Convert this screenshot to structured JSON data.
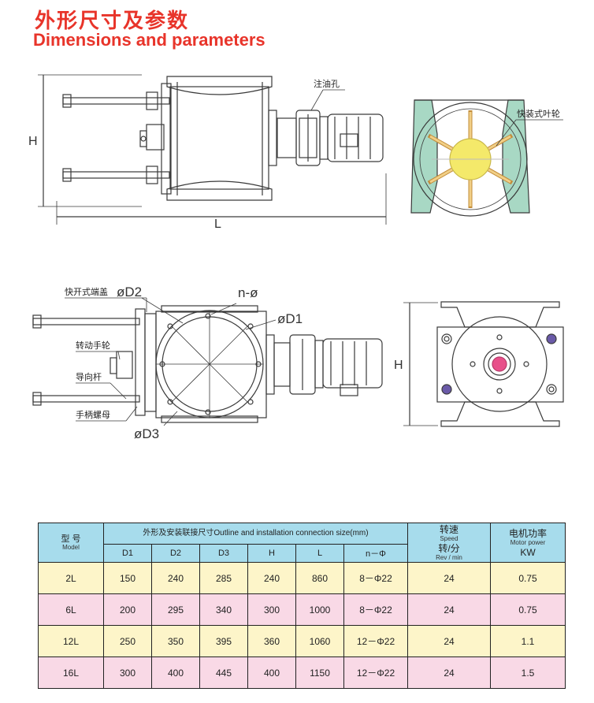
{
  "header": {
    "title_cn": "外形尺寸及参数",
    "title_en": "Dimensions and parameters"
  },
  "drawing": {
    "top_view": {
      "dim_h": "H",
      "dim_l": "L",
      "callout_oil_hole": "注油孔"
    },
    "side_view": {
      "callout_impeller": "快装式叶轮"
    },
    "front_view": {
      "callout_quick_cover": "快开式端盖",
      "callout_d2": "øD2",
      "callout_n": "n-ø",
      "callout_d1": "øD1",
      "callout_handwheel": "转动手轮",
      "callout_guide_rod": "导向杆",
      "callout_handle_nut": "手柄螺母",
      "callout_d3": "øD3"
    },
    "end_view": {
      "dim_h": "H"
    },
    "colors": {
      "line": "#3a3a3a",
      "impeller_yellow": "#f4e96a",
      "impeller_blade": "#e7b868",
      "side_frame": "#a8d8c4",
      "hub_pink": "#e8508a",
      "bolt_purple": "#6a5aa8"
    }
  },
  "table": {
    "header": {
      "model_cn": "型 号",
      "model_en": "Model",
      "outline_cn": "外形及安装联接尺寸Outline and installation connection size(mm)",
      "speed_cn": "转速",
      "speed_en": "Speed",
      "speed_cn2": "转/分",
      "speed_unit": "Rev / min",
      "power_cn": "电机功率",
      "power_en": "Motor power",
      "power_unit": "KW"
    },
    "columns": [
      "D1",
      "D2",
      "D3",
      "H",
      "L",
      "n－Φ"
    ],
    "rows": [
      {
        "model": "2L",
        "d1": "150",
        "d2": "240",
        "d3": "285",
        "h": "240",
        "l": "860",
        "n": "8－Φ22",
        "speed": "24",
        "power": "0.75"
      },
      {
        "model": "6L",
        "d1": "200",
        "d2": "295",
        "d3": "340",
        "h": "300",
        "l": "1000",
        "n": "8－Φ22",
        "speed": "24",
        "power": "0.75"
      },
      {
        "model": "12L",
        "d1": "250",
        "d2": "350",
        "d3": "395",
        "h": "360",
        "l": "1060",
        "n": "12－Φ22",
        "speed": "24",
        "power": "1.1"
      },
      {
        "model": "16L",
        "d1": "300",
        "d2": "400",
        "d3": "445",
        "h": "400",
        "l": "1150",
        "n": "12－Φ22",
        "speed": "24",
        "power": "1.5"
      }
    ]
  }
}
